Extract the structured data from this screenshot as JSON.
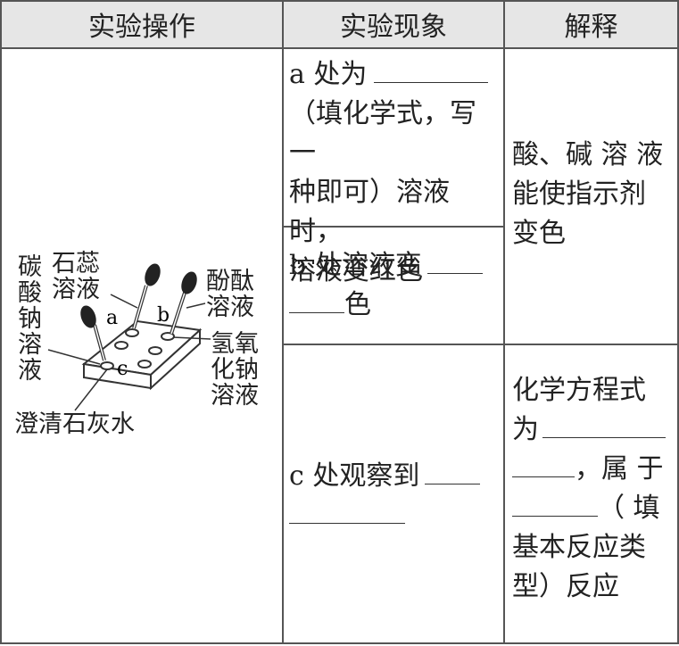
{
  "headers": {
    "operation": "实验操作",
    "phenomenon": "实验现象",
    "explanation": "解释"
  },
  "figure": {
    "label_na2co3": [
      "碳",
      "酸",
      "钠",
      "溶",
      "液"
    ],
    "label_litmus": [
      "石蕊",
      "溶液"
    ],
    "label_phenol": [
      "酚酞",
      "溶液"
    ],
    "label_naoh": [
      "氢氧",
      "化钠",
      "溶液"
    ],
    "label_limewater": "澄清石灰水",
    "mark_a": "a",
    "mark_b": "b",
    "mark_c": "c"
  },
  "row_a": {
    "line1": "a 处为",
    "line2": "（填化学式，写一",
    "line3": "种即可）溶液时，",
    "line4": "溶液变红色"
  },
  "row_b": {
    "line1": "b 处溶液变",
    "line2_end": "色"
  },
  "row_c": {
    "line1": "c 处观察到"
  },
  "explain_ab": {
    "line1": "酸、碱 溶 液",
    "line2": "能使指示剂",
    "line3": "变色"
  },
  "explain_c": {
    "line1": "化学方程式",
    "line2": "为",
    "line3_end": "，属 于",
    "line4_end": "（ 填",
    "line5": "基本反应类",
    "line6": "型）反应"
  }
}
